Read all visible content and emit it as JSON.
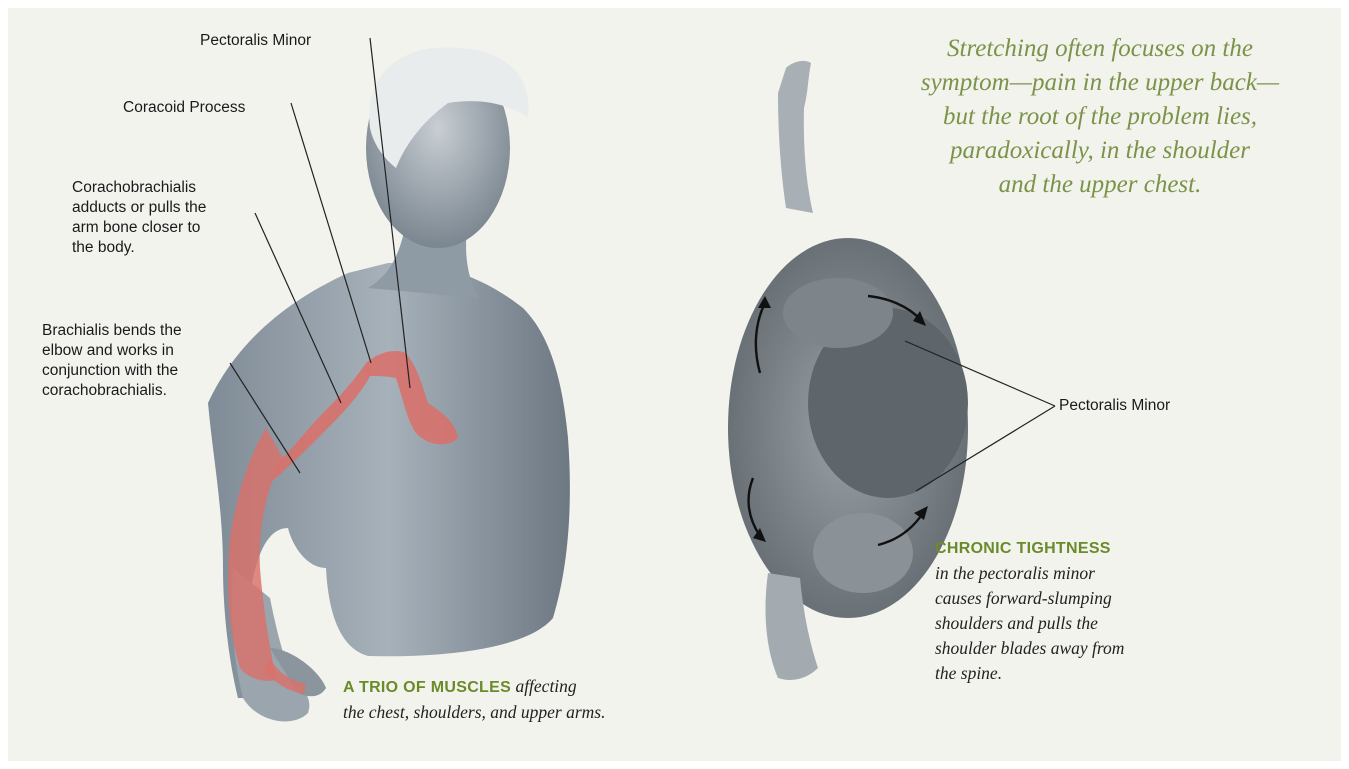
{
  "labels": {
    "pectoralis_minor_top": "Pectoralis Minor",
    "coracoid_process": "Coracoid Process",
    "corachobrachialis": [
      "Corachobrachialis",
      "adducts or pulls the",
      "arm bone closer to",
      "the body."
    ],
    "brachialis": [
      "Brachialis bends the",
      "elbow and works in",
      "conjunction with the",
      "corachobrachialis."
    ],
    "pectoralis_minor_right": "Pectoralis Minor"
  },
  "quote": [
    "Stretching often focuses on the",
    "symptom—pain in the upper back—",
    "but the root of the problem lies,",
    "paradoxically, in the shoulder",
    "and the upper chest."
  ],
  "caption_left": {
    "heading": "A TRIO OF MUSCLES",
    "line1_rest": " affecting",
    "line2": "the chest, shoulders, and upper arms."
  },
  "caption_right": {
    "heading": "CHRONIC TIGHTNESS",
    "lines": [
      "in the pectoralis minor",
      "causes forward-slumping",
      "shoulders and pulls the",
      "shoulder blades away from",
      "the spine."
    ]
  },
  "colors": {
    "background": "#f3f3ee",
    "quote": "#7b9349",
    "heading": "#6a8b2a",
    "muscle": "#d9706a",
    "body": "#8d99a4"
  }
}
